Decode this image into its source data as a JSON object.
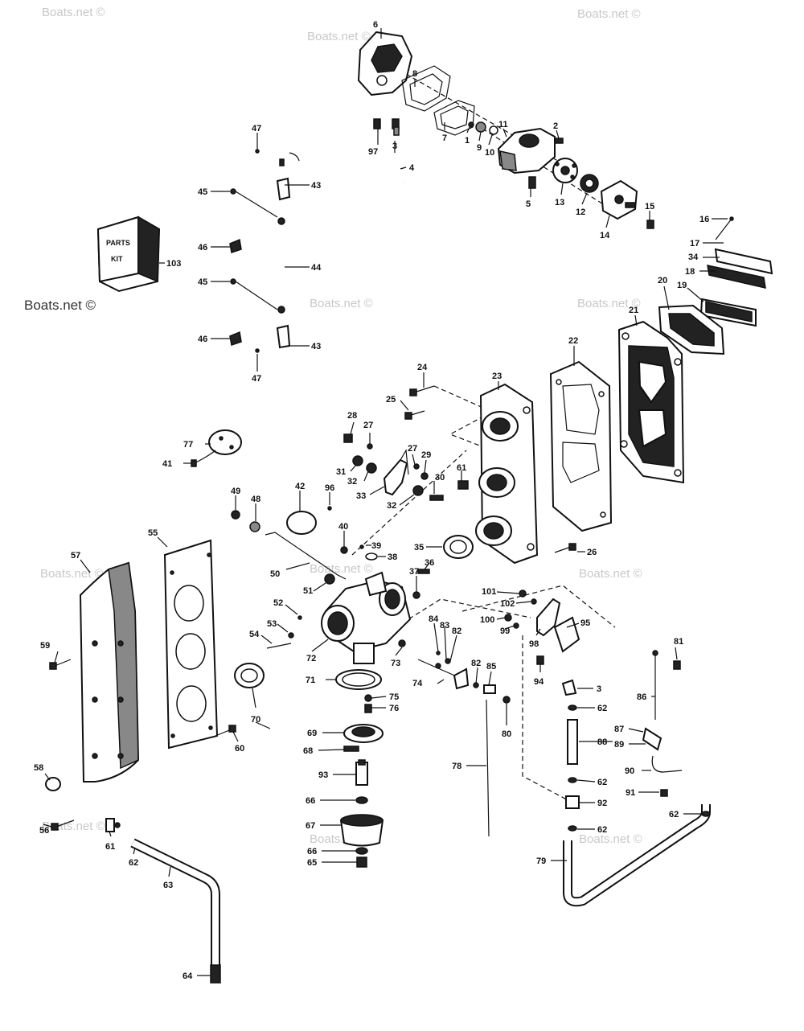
{
  "watermarks": {
    "text": "Boats.net ©",
    "highlight_text": "Boats.net ©"
  },
  "kit": {
    "line1": "PARTS",
    "line2": "KIT"
  },
  "callouts": [
    {
      "id": "6",
      "text": "6"
    },
    {
      "id": "8",
      "text": "8"
    },
    {
      "id": "7",
      "text": "7"
    },
    {
      "id": "1",
      "text": "1"
    },
    {
      "id": "9",
      "text": "9"
    },
    {
      "id": "10",
      "text": "10"
    },
    {
      "id": "11",
      "text": "11"
    },
    {
      "id": "2",
      "text": "2"
    },
    {
      "id": "3a",
      "text": "3"
    },
    {
      "id": "97",
      "text": "97"
    },
    {
      "id": "4",
      "text": "4"
    },
    {
      "id": "5",
      "text": "5"
    },
    {
      "id": "13",
      "text": "13"
    },
    {
      "id": "12",
      "text": "12"
    },
    {
      "id": "14",
      "text": "14"
    },
    {
      "id": "15",
      "text": "15"
    },
    {
      "id": "16",
      "text": "16"
    },
    {
      "id": "17",
      "text": "17"
    },
    {
      "id": "34",
      "text": "34"
    },
    {
      "id": "18",
      "text": "18"
    },
    {
      "id": "19",
      "text": "19"
    },
    {
      "id": "20",
      "text": "20"
    },
    {
      "id": "21",
      "text": "21"
    },
    {
      "id": "22",
      "text": "22"
    },
    {
      "id": "23",
      "text": "23"
    },
    {
      "id": "24",
      "text": "24"
    },
    {
      "id": "25",
      "text": "25"
    },
    {
      "id": "47a",
      "text": "47"
    },
    {
      "id": "43a",
      "text": "43"
    },
    {
      "id": "45a",
      "text": "45"
    },
    {
      "id": "44",
      "text": "44"
    },
    {
      "id": "46a",
      "text": "46"
    },
    {
      "id": "103",
      "text": "103"
    },
    {
      "id": "45b",
      "text": "45"
    },
    {
      "id": "46b",
      "text": "46"
    },
    {
      "id": "43b",
      "text": "43"
    },
    {
      "id": "47b",
      "text": "47"
    },
    {
      "id": "28",
      "text": "28"
    },
    {
      "id": "27a",
      "text": "27"
    },
    {
      "id": "27b",
      "text": "27"
    },
    {
      "id": "29",
      "text": "29"
    },
    {
      "id": "77",
      "text": "77"
    },
    {
      "id": "41",
      "text": "41"
    },
    {
      "id": "31",
      "text": "31"
    },
    {
      "id": "32a",
      "text": "32"
    },
    {
      "id": "33",
      "text": "33"
    },
    {
      "id": "32b",
      "text": "32"
    },
    {
      "id": "30",
      "text": "30"
    },
    {
      "id": "61a",
      "text": "61"
    },
    {
      "id": "42",
      "text": "42"
    },
    {
      "id": "96",
      "text": "96"
    },
    {
      "id": "49",
      "text": "49"
    },
    {
      "id": "48",
      "text": "48"
    },
    {
      "id": "40",
      "text": "40"
    },
    {
      "id": "39",
      "text": "39"
    },
    {
      "id": "38",
      "text": "38"
    },
    {
      "id": "35",
      "text": "35"
    },
    {
      "id": "26",
      "text": "26"
    },
    {
      "id": "36",
      "text": "36"
    },
    {
      "id": "37",
      "text": "37"
    },
    {
      "id": "50",
      "text": "50"
    },
    {
      "id": "51",
      "text": "51"
    },
    {
      "id": "55",
      "text": "55"
    },
    {
      "id": "57",
      "text": "57"
    },
    {
      "id": "52",
      "text": "52"
    },
    {
      "id": "53",
      "text": "53"
    },
    {
      "id": "54",
      "text": "54"
    },
    {
      "id": "72",
      "text": "72"
    },
    {
      "id": "101",
      "text": "101"
    },
    {
      "id": "102",
      "text": "102"
    },
    {
      "id": "100",
      "text": "100"
    },
    {
      "id": "99",
      "text": "99"
    },
    {
      "id": "98",
      "text": "98"
    },
    {
      "id": "95",
      "text": "95"
    },
    {
      "id": "84",
      "text": "84"
    },
    {
      "id": "83",
      "text": "83"
    },
    {
      "id": "82a",
      "text": "82"
    },
    {
      "id": "82b",
      "text": "82"
    },
    {
      "id": "85",
      "text": "85"
    },
    {
      "id": "81",
      "text": "81"
    },
    {
      "id": "94",
      "text": "94"
    },
    {
      "id": "59",
      "text": "59"
    },
    {
      "id": "73",
      "text": "73"
    },
    {
      "id": "71",
      "text": "71"
    },
    {
      "id": "74",
      "text": "74"
    },
    {
      "id": "75",
      "text": "75"
    },
    {
      "id": "76",
      "text": "76"
    },
    {
      "id": "70",
      "text": "70"
    },
    {
      "id": "3b",
      "text": "3"
    },
    {
      "id": "86",
      "text": "86"
    },
    {
      "id": "62a",
      "text": "62"
    },
    {
      "id": "80",
      "text": "80"
    },
    {
      "id": "69",
      "text": "69"
    },
    {
      "id": "60",
      "text": "60"
    },
    {
      "id": "68",
      "text": "68"
    },
    {
      "id": "87",
      "text": "87"
    },
    {
      "id": "88",
      "text": "88"
    },
    {
      "id": "89",
      "text": "89"
    },
    {
      "id": "78",
      "text": "78"
    },
    {
      "id": "93",
      "text": "93"
    },
    {
      "id": "58",
      "text": "58"
    },
    {
      "id": "90",
      "text": "90"
    },
    {
      "id": "62b",
      "text": "62"
    },
    {
      "id": "92",
      "text": "92"
    },
    {
      "id": "91",
      "text": "91"
    },
    {
      "id": "66a",
      "text": "66"
    },
    {
      "id": "62c",
      "text": "62"
    },
    {
      "id": "56",
      "text": "56"
    },
    {
      "id": "67",
      "text": "67"
    },
    {
      "id": "62d",
      "text": "62"
    },
    {
      "id": "61b",
      "text": "61"
    },
    {
      "id": "62e",
      "text": "62"
    },
    {
      "id": "66b",
      "text": "66"
    },
    {
      "id": "65",
      "text": "65"
    },
    {
      "id": "79",
      "text": "79"
    },
    {
      "id": "63",
      "text": "63"
    },
    {
      "id": "64",
      "text": "64"
    }
  ]
}
